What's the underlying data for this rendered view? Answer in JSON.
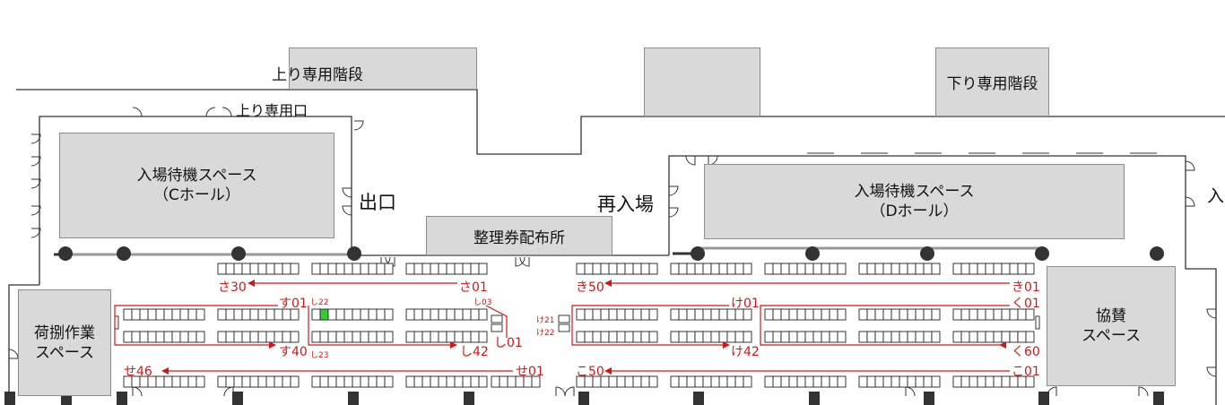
{
  "labels": {
    "up_stairs": "上り専用階段",
    "down_stairs": "下り専用階段",
    "up_entrance": "上り専用口",
    "exit": "出口",
    "reentry": "再入場",
    "ticket": "整理券配布所",
    "edge_char": "入",
    "wait_c_1": "入場待機スペース",
    "wait_c_2": "（Cホール）",
    "wait_d_1": "入場待機スペース",
    "wait_d_2": "（Dホール）",
    "cargo_1": "荷捌作業",
    "cargo_2": "スペース",
    "sponsor_1": "協賛",
    "sponsor_2": "スペース"
  },
  "row_labels": {
    "sa30": "さ30",
    "sa01": "さ01",
    "su01": "す01",
    "su40": "す40",
    "shi22": "し22",
    "shi23": "し23",
    "shi03": "し03",
    "shi01": "し01",
    "shi42": "し42",
    "se46": "せ46",
    "se01": "せ01",
    "ki50": "き50",
    "ki01": "き01",
    "ke21": "け21",
    "ke22": "け22",
    "ke01": "け01",
    "ke42": "け42",
    "ku01": "く01",
    "ku60": "く60",
    "ko50": "こ50",
    "ko01": "こ01"
  },
  "colors": {
    "route": "#d01818",
    "highlight": "#33cc33",
    "space_fill": "#d9d9d9",
    "pillar": "#333333"
  },
  "highlighted_booth": "し22"
}
